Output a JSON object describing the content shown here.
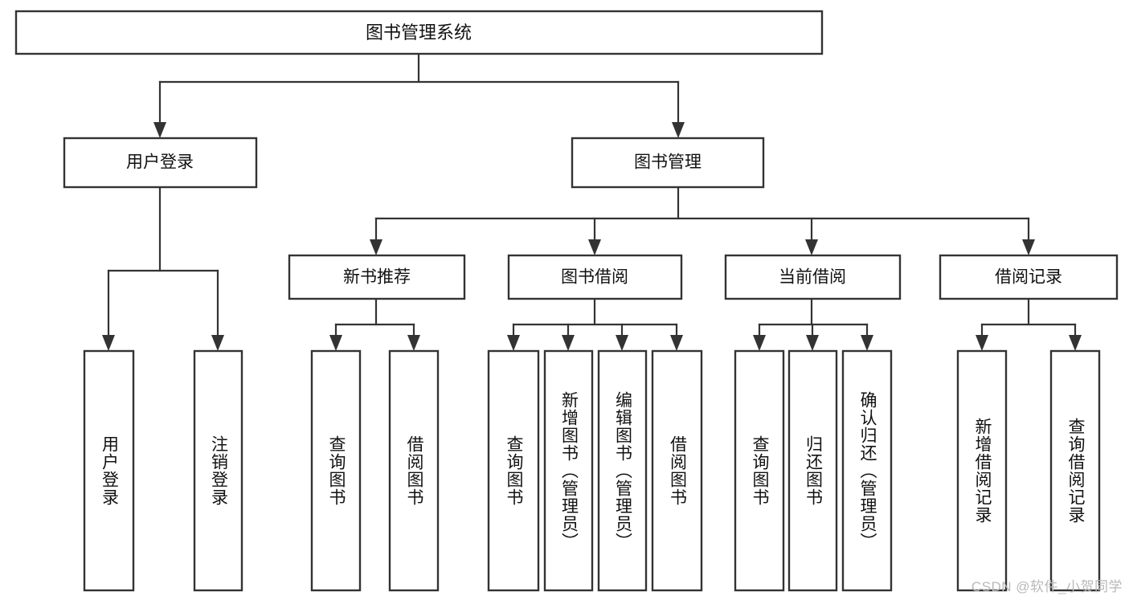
{
  "diagram": {
    "title": "图书管理系统",
    "type": "tree-hierarchy-chart",
    "root": {
      "id": "root",
      "label": "图书管理系统"
    },
    "level2": [
      {
        "id": "user-login",
        "label": "用户登录"
      },
      {
        "id": "book-manage",
        "label": "图书管理"
      }
    ],
    "level3": [
      {
        "id": "new-book-recommend",
        "label": "新书推荐",
        "parent": "book-manage"
      },
      {
        "id": "book-borrow",
        "label": "图书借阅",
        "parent": "book-manage"
      },
      {
        "id": "current-borrow",
        "label": "当前借阅",
        "parent": "book-manage"
      },
      {
        "id": "borrow-record",
        "label": "借阅记录",
        "parent": "book-manage"
      }
    ],
    "leaves": [
      {
        "id": "leaf-user-login",
        "label": "用户登录",
        "parent": "user-login"
      },
      {
        "id": "leaf-user-logout",
        "label": "注销登录",
        "parent": "user-login"
      },
      {
        "id": "leaf-query-book-1",
        "label": "查询图书",
        "parent": "new-book-recommend"
      },
      {
        "id": "leaf-borrow-book-1",
        "label": "借阅图书",
        "parent": "new-book-recommend"
      },
      {
        "id": "leaf-query-book-2",
        "label": "查询图书",
        "parent": "book-borrow"
      },
      {
        "id": "leaf-add-book",
        "label": "新增图书（管理员）",
        "parent": "book-borrow"
      },
      {
        "id": "leaf-edit-book",
        "label": "编辑图书（管理员）",
        "parent": "book-borrow"
      },
      {
        "id": "leaf-borrow-book-2",
        "label": "借阅图书",
        "parent": "book-borrow"
      },
      {
        "id": "leaf-query-book-3",
        "label": "查询图书",
        "parent": "current-borrow"
      },
      {
        "id": "leaf-return-book",
        "label": "归还图书",
        "parent": "current-borrow"
      },
      {
        "id": "leaf-confirm-return",
        "label": "确认归还（管理员）",
        "parent": "current-borrow"
      },
      {
        "id": "leaf-add-record",
        "label": "新增借阅记录",
        "parent": "borrow-record"
      },
      {
        "id": "leaf-query-record",
        "label": "查询借阅记录",
        "parent": "borrow-record"
      }
    ]
  },
  "watermark": {
    "text": "CSDN @软件_小贺同学"
  },
  "colors": {
    "box_stroke": "#333333",
    "box_fill": "#ffffff",
    "text": "#111111",
    "watermark": "#b9b9b9",
    "background": "#ffffff"
  }
}
